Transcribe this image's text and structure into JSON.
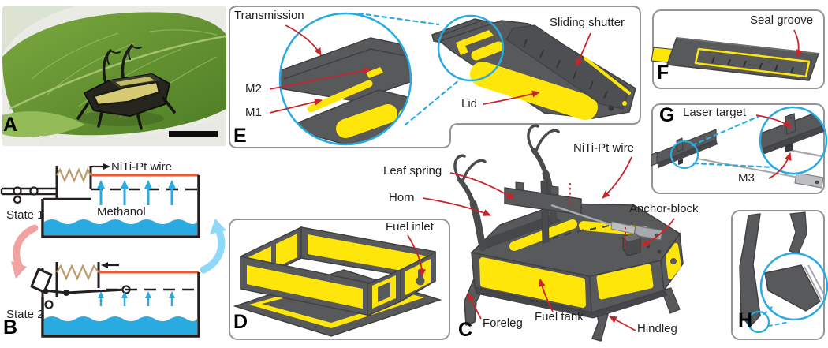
{
  "figure": {
    "panels": {
      "a": {
        "letter": "A"
      },
      "b": {
        "letter": "B",
        "state1": "State 1",
        "state2": "State 2",
        "wire": "NiTi-Pt wire",
        "methanol": "Methanol"
      },
      "c": {
        "letter": "C",
        "leaf_spring": "Leaf spring",
        "horn": "Horn",
        "wire": "NiTi-Pt wire",
        "anchor_block": "Anchor-block",
        "foreleg": "Foreleg",
        "fuel_tank": "Fuel tank",
        "hindleg": "Hindleg"
      },
      "d": {
        "letter": "D",
        "fuel_inlet": "Fuel inlet"
      },
      "e": {
        "letter": "E",
        "transmission": "Transmission",
        "m2": "M2",
        "m1": "M1",
        "lid": "Lid",
        "sliding_shutter": "Sliding shutter"
      },
      "f": {
        "letter": "F",
        "seal_groove": "Seal groove"
      },
      "g": {
        "letter": "G",
        "laser_target": "Laser target",
        "m3": "M3"
      },
      "h": {
        "letter": "H"
      }
    },
    "colors": {
      "part_yellow": "#FFE60A",
      "part_gray": "#58595B",
      "leader_red": "#C9242C",
      "callout_cyan": "#29ABE2",
      "wire_orange": "#F0592B",
      "water_blue": "#29ABE2",
      "spring_tan": "#BE9B6E",
      "cycle_pink": "#F2A2A0",
      "cycle_blue": "#8ED8F8",
      "panel_border": "#939598"
    }
  }
}
